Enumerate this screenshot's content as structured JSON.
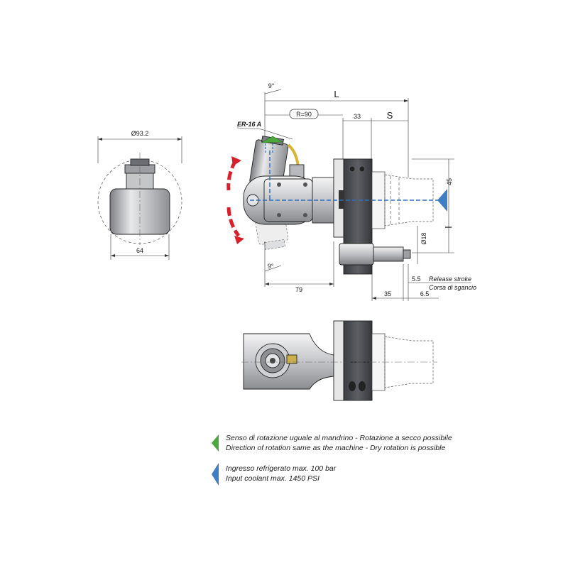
{
  "colors": {
    "rotation_arrow": "#d9202a",
    "green_marker": "#4aa83c",
    "blue_marker": "#3e7fc4",
    "coolant_tube": "#d9b233",
    "body_dark": "#4a4d52",
    "body_light": "#d9dadc",
    "flow_line": "#2f6fbf"
  },
  "side_view": {
    "diameter_label": "Ø93.2",
    "width_label": "64"
  },
  "front_view": {
    "angle_top_label": "9°",
    "angle_bottom_label": "9°",
    "collet_label": "ER-16 A",
    "radius_label": "R=90",
    "dim_L": "L",
    "dim_S": "S",
    "dim_33": "33",
    "dim_45": "45",
    "dim_I": "I",
    "dim_18": "Ø18",
    "dim_79": "79",
    "dim_5_5": "5.5",
    "dim_35": "35",
    "dim_6_5": "6.5",
    "release_stroke_en": "Release stroke",
    "release_stroke_it": "Corsa di sgancio"
  },
  "legend": {
    "green_line1": "Senso di rotazione uguale al mandrino - Rotazione a secco possibile",
    "green_line2": "Direction of rotation same as the machine - Dry rotation is possible",
    "blue_line1": "Ingresso refrigerato max. 100 bar",
    "blue_line2": "Input coolant max. 1450 PSI"
  }
}
